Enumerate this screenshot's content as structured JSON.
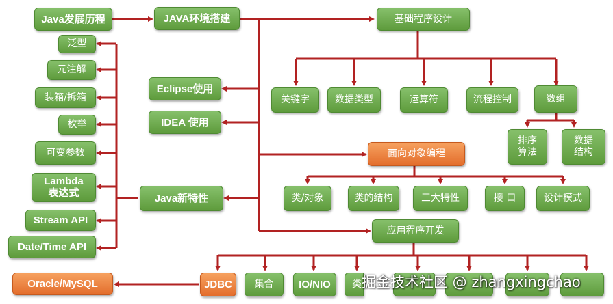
{
  "nodes": {
    "java_history": "Java发展历程",
    "java_env": "JAVA环境搭建",
    "basic_programming": "基础程序设计",
    "keywords": "关键字",
    "data_types": "数据类型",
    "operators": "运算符",
    "flow_control": "流程控制",
    "arrays": "数组",
    "sort_algorithm": "排序\n算法",
    "data_structure": "数据\n结构",
    "eclipse": "Eclipse使用",
    "idea": "IDEA 使用",
    "oop": "面向对象编程",
    "class_object": "类/对象",
    "class_structure": "类的结构",
    "three_features": "三大特性",
    "interface": "接 口",
    "design_patterns": "设计模式",
    "app_dev": "应用程序开发",
    "generics": "泛型",
    "annotations": "元注解",
    "boxing": "装箱/拆箱",
    "enum": "枚举",
    "varargs": "可变参数",
    "lambda": "Lambda\n表达式",
    "stream_api": "Stream API",
    "datetime_api": "Date/Time API",
    "java_new_features": "Java新特性",
    "oracle_mysql": "Oracle/MySQL",
    "jdbc": "JDBC",
    "collections": "集合",
    "io_nio": "IO/NIO",
    "lib_partial": "类"
  },
  "watermark": "掘金技术社区 @ zhangxingchao",
  "colors": {
    "node_green": "#6aa84f",
    "node_orange": "#ec8140",
    "connector": "#b22222"
  }
}
